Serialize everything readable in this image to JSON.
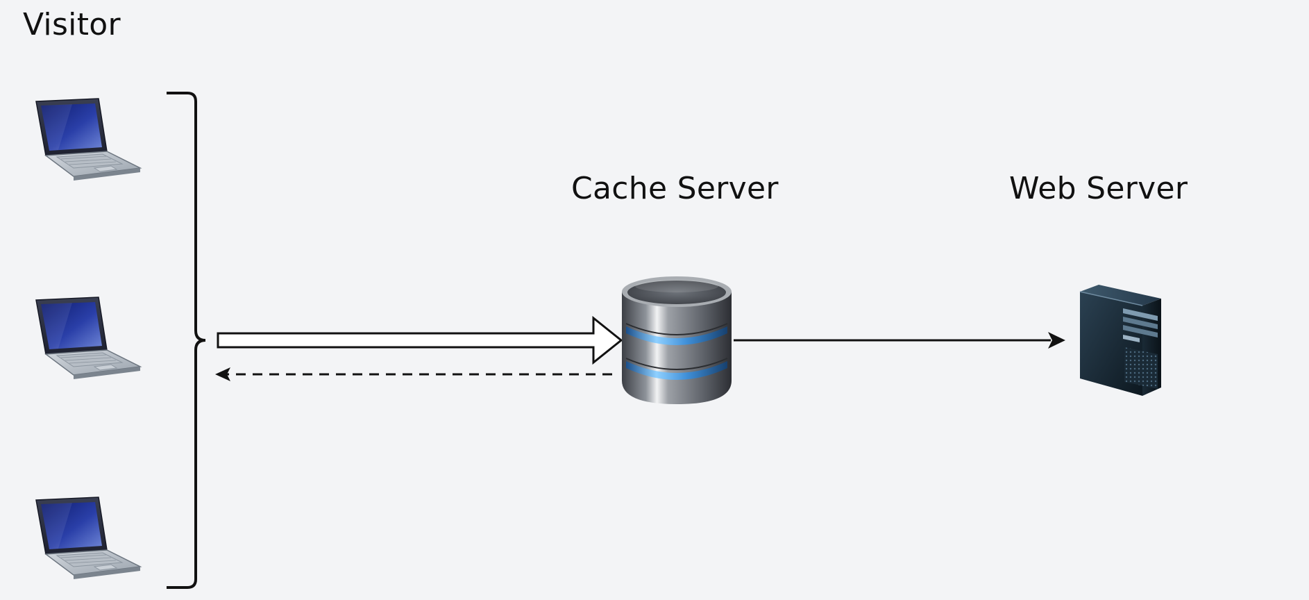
{
  "labels": {
    "visitor": "Visitor",
    "cache_server": "Cache Server",
    "web_server": "Web Server"
  },
  "nodes": [
    {
      "id": "visitor-laptop-1",
      "icon": "laptop-icon"
    },
    {
      "id": "visitor-laptop-2",
      "icon": "laptop-icon"
    },
    {
      "id": "visitor-laptop-3",
      "icon": "laptop-icon"
    },
    {
      "id": "cache-server",
      "icon": "database-icon"
    },
    {
      "id": "web-server",
      "icon": "server-tower-icon"
    }
  ],
  "edges": [
    {
      "from": "visitors",
      "to": "cache-server",
      "style": "hollow-block-arrow"
    },
    {
      "from": "cache-server",
      "to": "visitors",
      "style": "dashed-arrow"
    },
    {
      "from": "cache-server",
      "to": "web-server",
      "style": "solid-arrow"
    }
  ],
  "colors": {
    "background": "#f3f4f6",
    "stroke": "#111111",
    "accent_blue": "#3f8fd8"
  }
}
